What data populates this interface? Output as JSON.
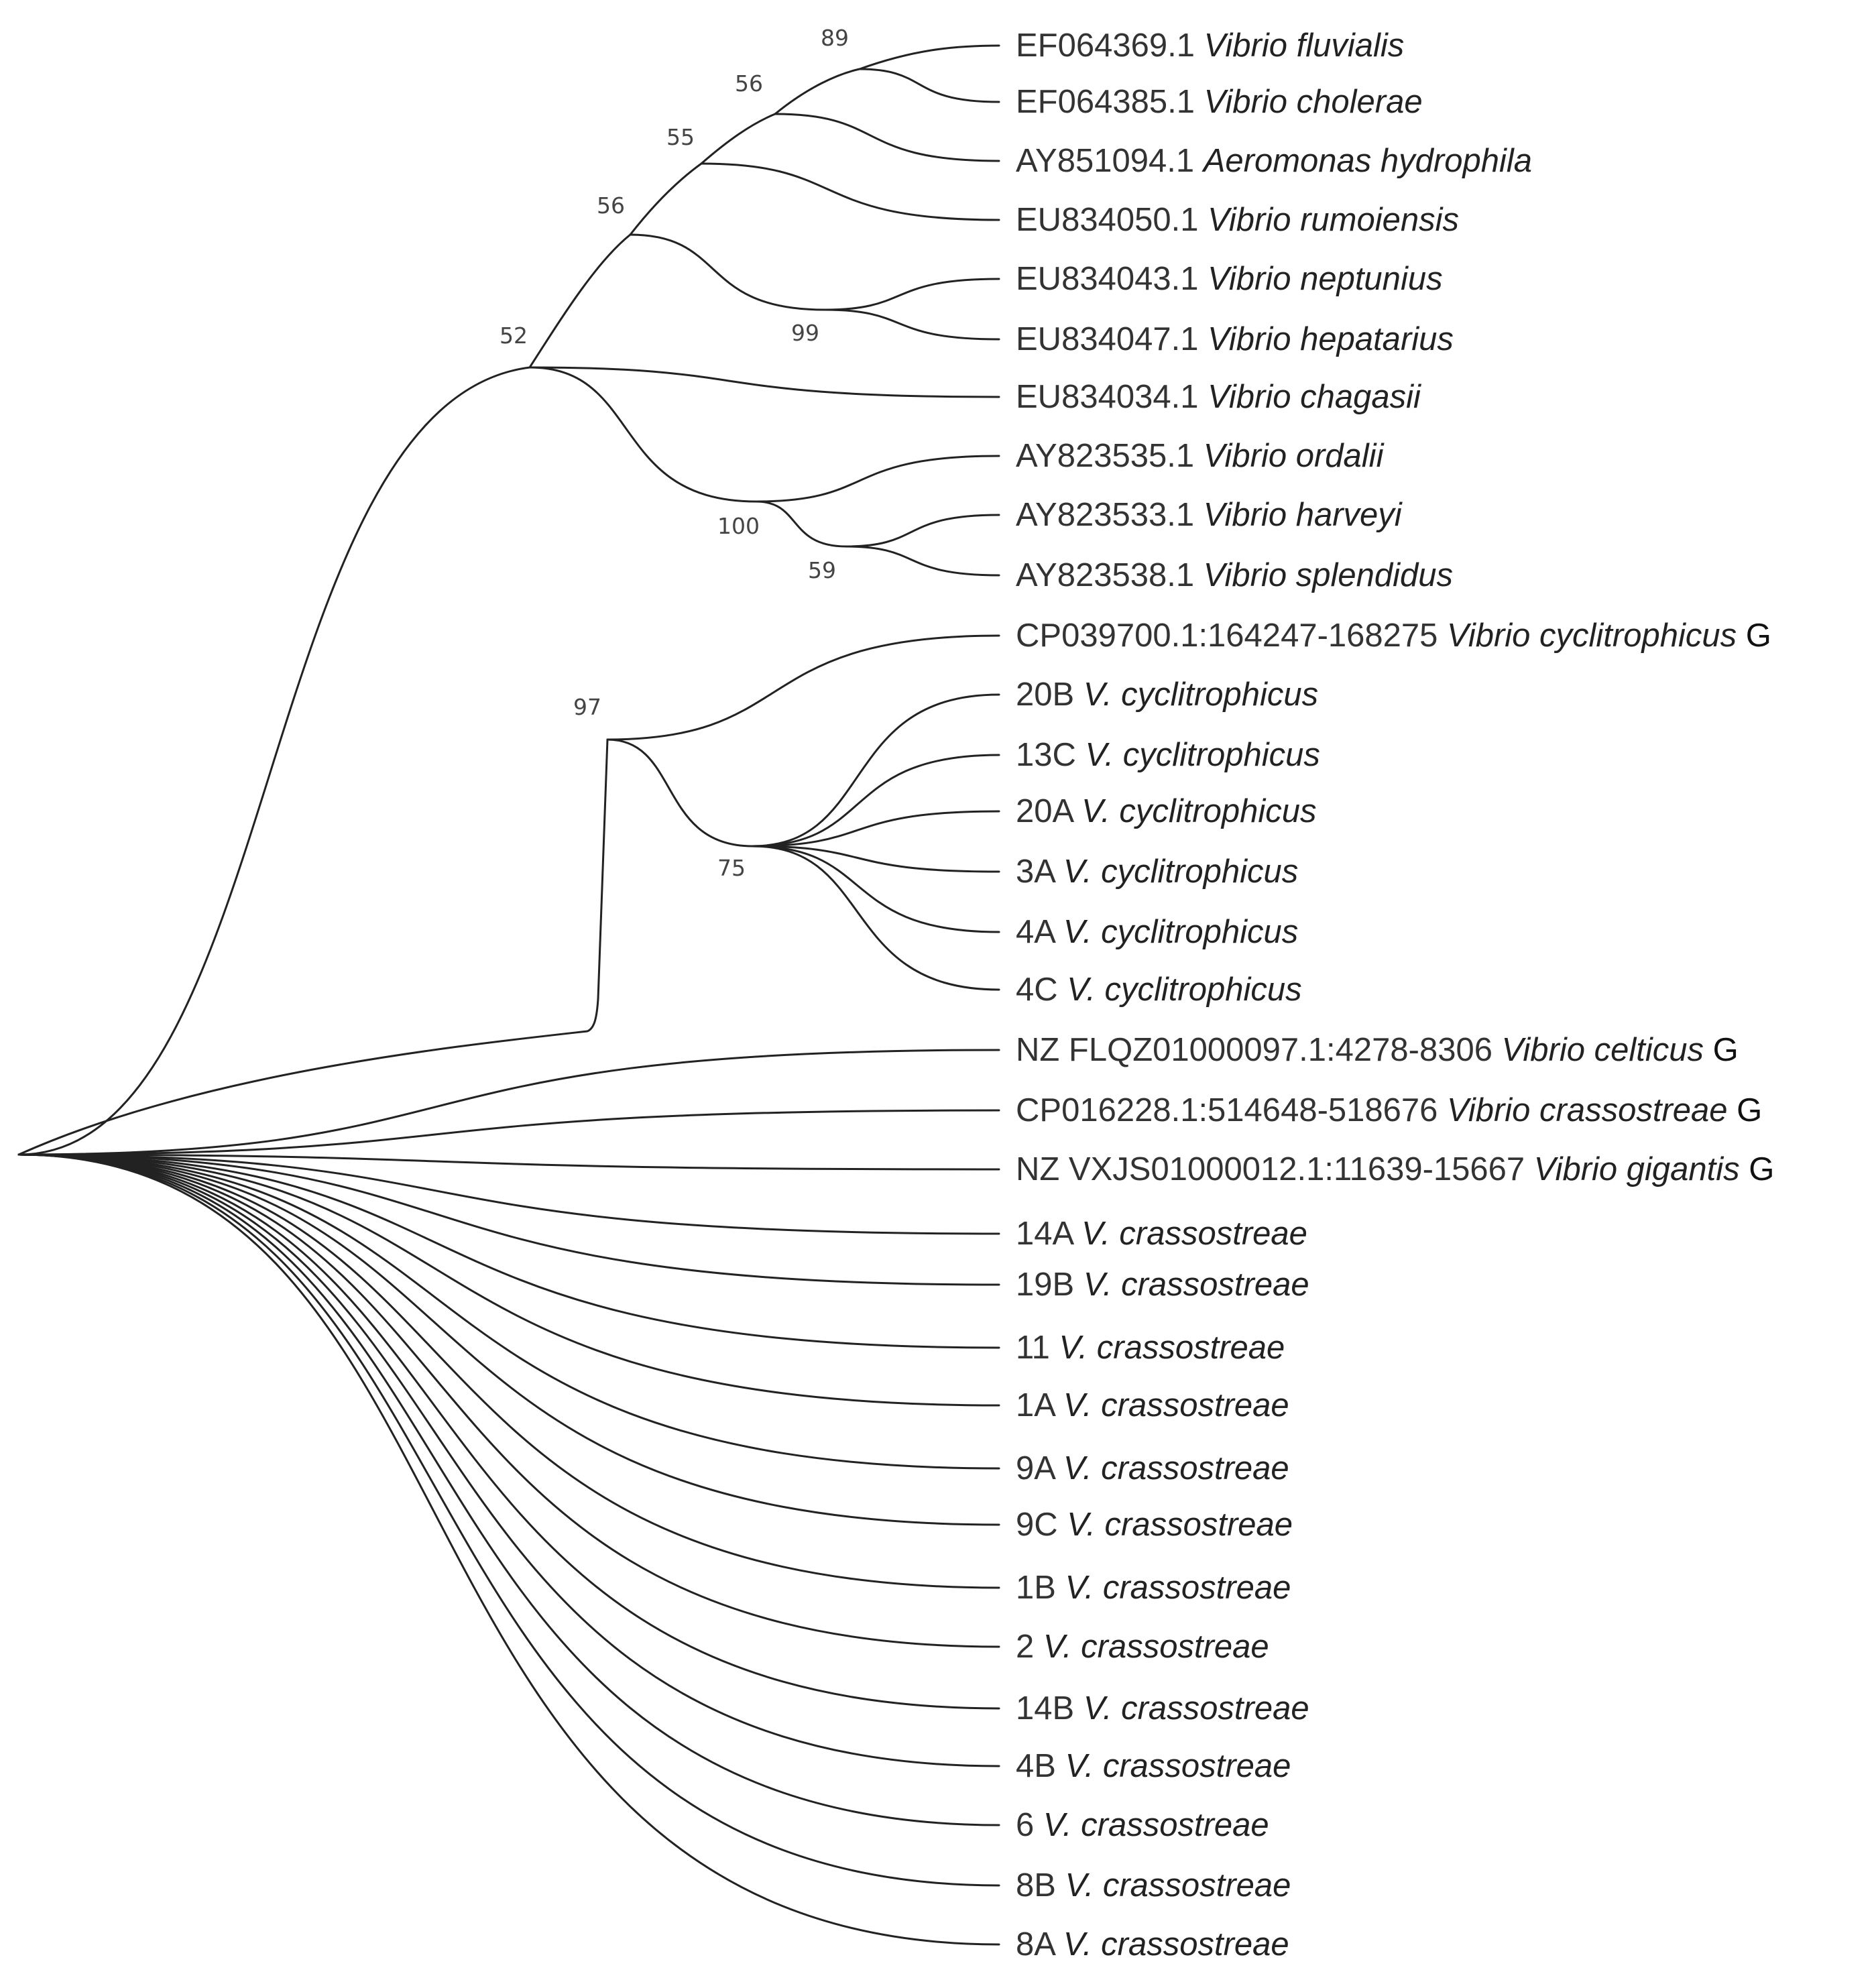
{
  "tree": {
    "taxa": [
      {
        "id": "t1",
        "accession": "EF064369.1",
        "species": "Vibrio fluvialis",
        "mark": ""
      },
      {
        "id": "t2",
        "accession": "EF064385.1",
        "species": "Vibrio cholerae",
        "mark": ""
      },
      {
        "id": "t3",
        "accession": "AY851094.1",
        "species": "Aeromonas hydrophila",
        "mark": ""
      },
      {
        "id": "t4",
        "accession": "EU834050.1",
        "species": "Vibrio rumoiensis",
        "mark": ""
      },
      {
        "id": "t5",
        "accession": "EU834043.1",
        "species": "Vibrio neptunius",
        "mark": ""
      },
      {
        "id": "t6",
        "accession": "EU834047.1",
        "species": "Vibrio hepatarius",
        "mark": ""
      },
      {
        "id": "t7",
        "accession": "EU834034.1",
        "species": "Vibrio chagasii",
        "mark": ""
      },
      {
        "id": "t8",
        "accession": "AY823535.1",
        "species": "Vibrio ordalii",
        "mark": ""
      },
      {
        "id": "t9",
        "accession": "AY823533.1",
        "species": "Vibrio harveyi",
        "mark": ""
      },
      {
        "id": "t10",
        "accession": "AY823538.1",
        "species": "Vibrio splendidus",
        "mark": ""
      },
      {
        "id": "t11",
        "accession": "CP039700.1:164247-168275",
        "species": "Vibrio cyclitrophicus",
        "mark": "G"
      },
      {
        "id": "t12",
        "accession": "20B",
        "species": "V. cyclitrophicus",
        "mark": ""
      },
      {
        "id": "t13",
        "accession": "13C",
        "species": "V. cyclitrophicus",
        "mark": ""
      },
      {
        "id": "t14",
        "accession": "20A",
        "species": "V. cyclitrophicus",
        "mark": ""
      },
      {
        "id": "t15",
        "accession": "3A",
        "species": "V. cyclitrophicus",
        "mark": ""
      },
      {
        "id": "t16",
        "accession": "4A",
        "species": "V. cyclitrophicus",
        "mark": ""
      },
      {
        "id": "t17",
        "accession": "4C",
        "species": "V. cyclitrophicus",
        "mark": ""
      },
      {
        "id": "t18",
        "accession": "NZ FLQZ01000097.1:4278-8306",
        "species": "Vibrio celticus",
        "mark": "G"
      },
      {
        "id": "t19",
        "accession": "CP016228.1:514648-518676",
        "species": "Vibrio crassostreae",
        "mark": "G"
      },
      {
        "id": "t20",
        "accession": "NZ VXJS01000012.1:11639-15667",
        "species": "Vibrio gigantis",
        "mark": "G"
      },
      {
        "id": "t21",
        "accession": "14A",
        "species": "V. crassostreae",
        "mark": ""
      },
      {
        "id": "t22",
        "accession": "19B",
        "species": "V. crassostreae",
        "mark": ""
      },
      {
        "id": "t23",
        "accession": "11",
        "species": "V. crassostreae",
        "mark": ""
      },
      {
        "id": "t24",
        "accession": "1A",
        "species": "V. crassostreae",
        "mark": ""
      },
      {
        "id": "t25",
        "accession": "9A",
        "species": "V. crassostreae",
        "mark": ""
      },
      {
        "id": "t26",
        "accession": "9C",
        "species": "V. crassostreae",
        "mark": ""
      },
      {
        "id": "t27",
        "accession": "1B",
        "species": "V. crassostreae",
        "mark": ""
      },
      {
        "id": "t28",
        "accession": "2",
        "species": "V. crassostreae",
        "mark": ""
      },
      {
        "id": "t29",
        "accession": "14B",
        "species": "V. crassostreae",
        "mark": ""
      },
      {
        "id": "t30",
        "accession": "4B",
        "species": "V. crassostreae",
        "mark": ""
      },
      {
        "id": "t31",
        "accession": "6",
        "species": "V. crassostreae",
        "mark": ""
      },
      {
        "id": "t32",
        "accession": "8B",
        "species": "V. crassostreae",
        "mark": ""
      },
      {
        "id": "t33",
        "accession": "8A",
        "species": "V. crassostreae",
        "mark": ""
      }
    ],
    "nodes": [
      {
        "id": "n89",
        "bootstrap": "89",
        "children": [
          "t1",
          "t2"
        ]
      },
      {
        "id": "n56a",
        "bootstrap": "56",
        "children": [
          "n89",
          "t3"
        ]
      },
      {
        "id": "n55",
        "bootstrap": "55",
        "children": [
          "n56a",
          "t4"
        ]
      },
      {
        "id": "n99",
        "bootstrap": "99",
        "children": [
          "t5",
          "t6"
        ]
      },
      {
        "id": "n56b",
        "bootstrap": "56",
        "children": [
          "n55",
          "n99"
        ]
      },
      {
        "id": "n59",
        "bootstrap": "59",
        "children": [
          "t9",
          "t10"
        ]
      },
      {
        "id": "n100",
        "bootstrap": "100",
        "children": [
          "t8",
          "n59"
        ]
      },
      {
        "id": "n52",
        "bootstrap": "52",
        "children": [
          "n56b",
          "t7",
          "n100"
        ]
      },
      {
        "id": "n75",
        "bootstrap": "75",
        "children": [
          "t12",
          "t13",
          "t14",
          "t15",
          "t16",
          "t17"
        ]
      },
      {
        "id": "n97",
        "bootstrap": "97",
        "children": [
          "t11",
          "n75"
        ]
      },
      {
        "id": "nfan",
        "bootstrap": "",
        "children": [
          "n97",
          "t18",
          "t19",
          "t20",
          "t21",
          "t22",
          "t23",
          "t24",
          "t25",
          "t26",
          "t27",
          "t28",
          "t29",
          "t30",
          "t31",
          "t32",
          "t33"
        ]
      },
      {
        "id": "root",
        "bootstrap": "",
        "children": [
          "n52",
          "nfan"
        ]
      }
    ]
  },
  "colors": {
    "line": "#222222",
    "label": "#333333",
    "bootstrap": "#444444"
  }
}
